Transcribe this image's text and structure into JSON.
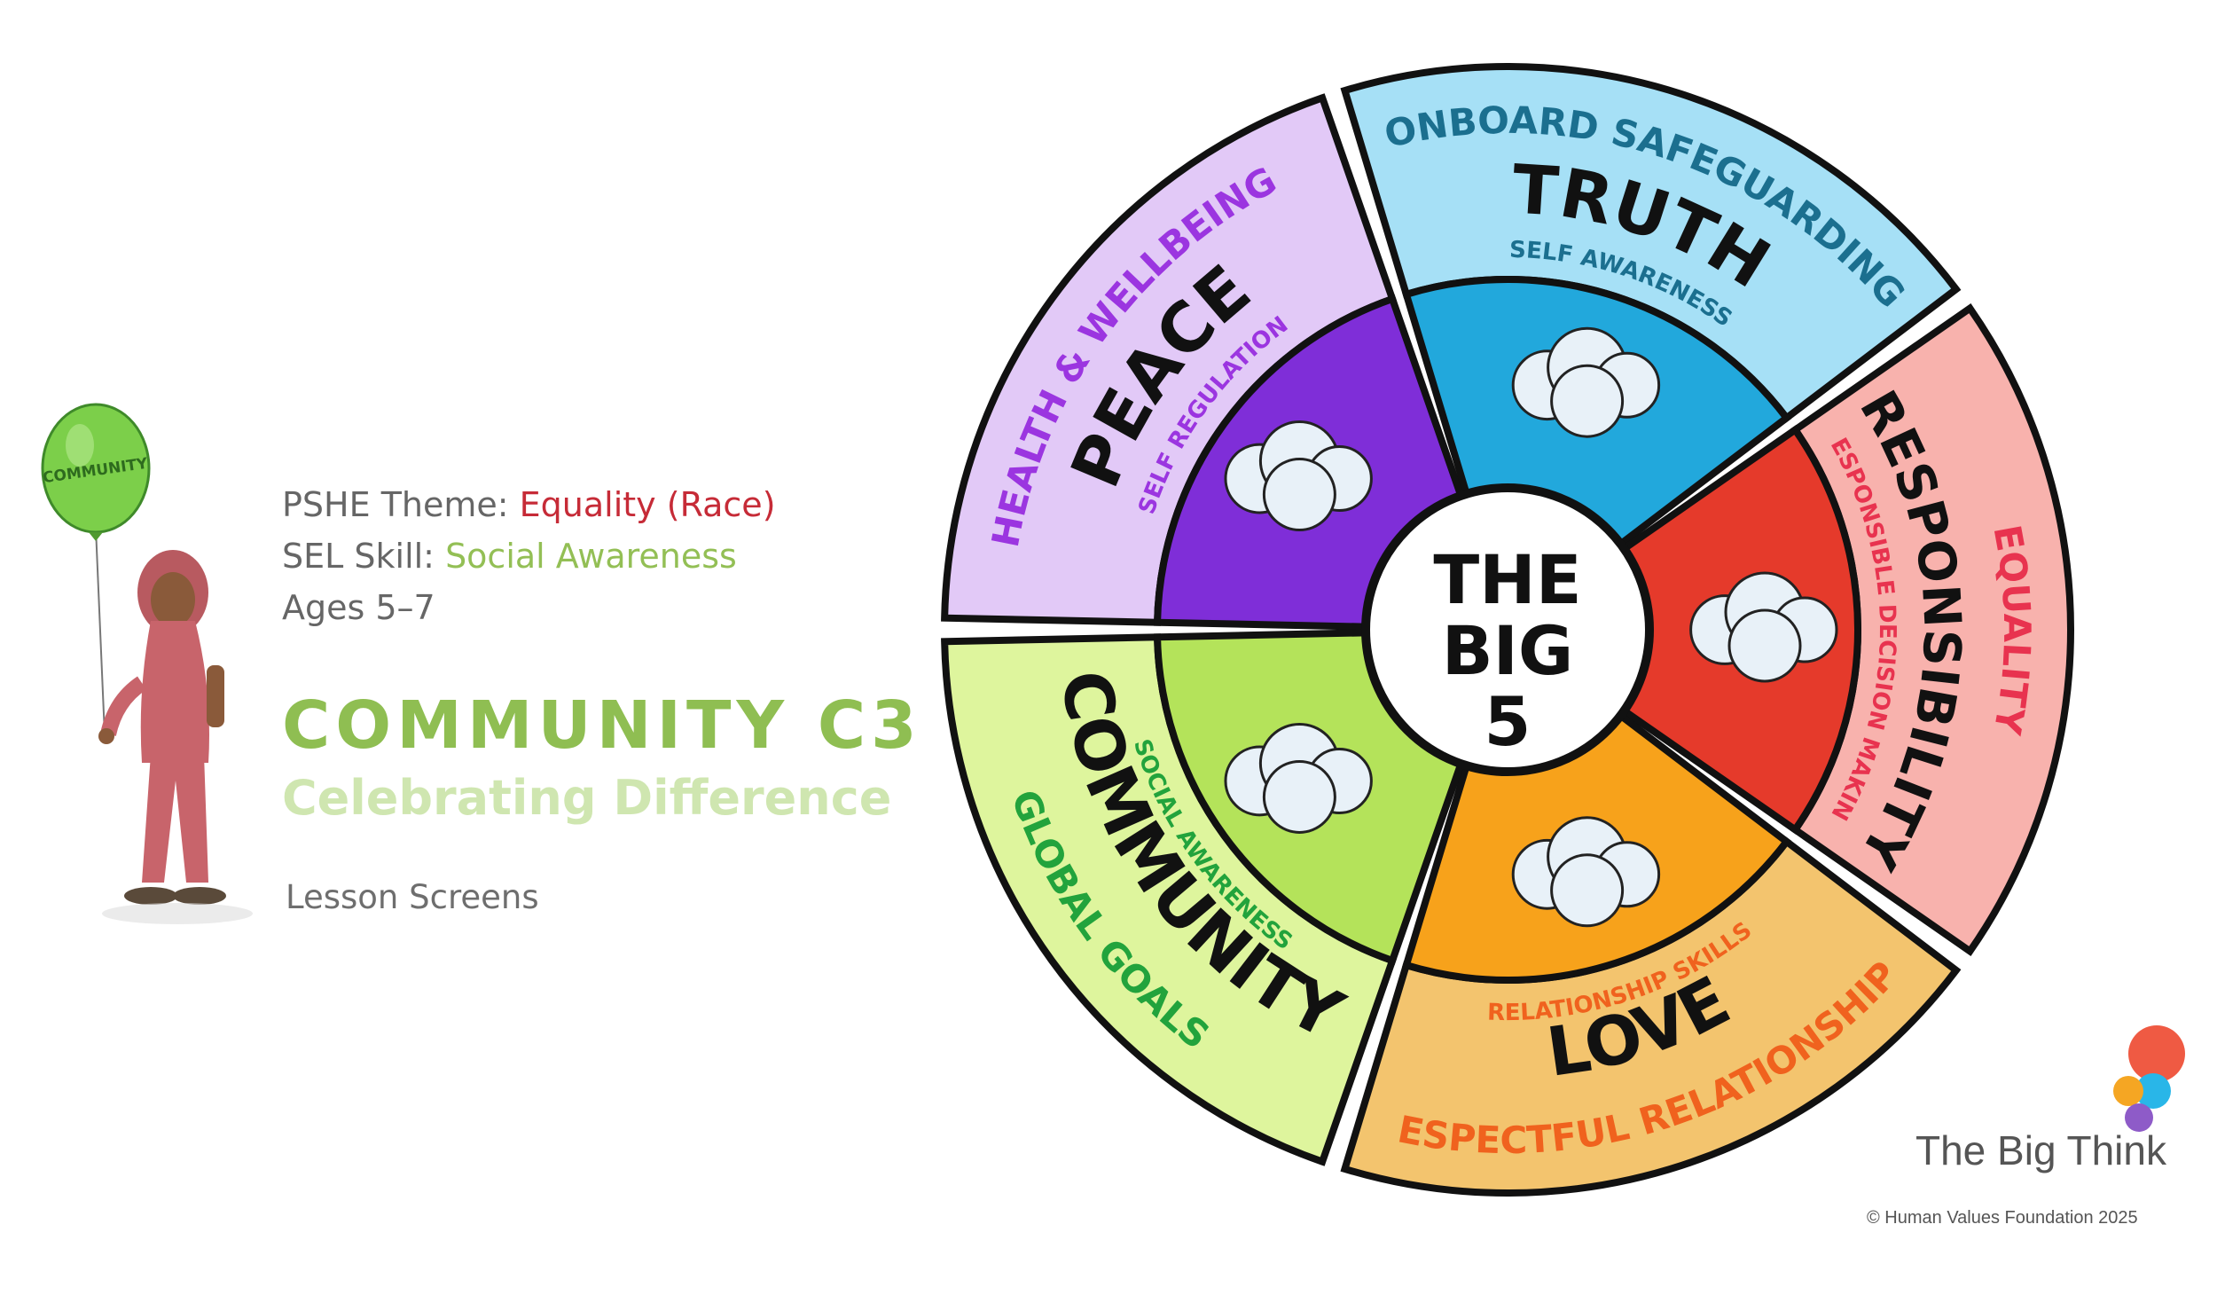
{
  "info": {
    "pshe_label": "PSHE Theme: ",
    "pshe_value": "Equality (Race)",
    "sel_label": "SEL Skill: ",
    "sel_value": "Social Awareness",
    "ages": "Ages 5–7"
  },
  "title": "COMMUNITY C3",
  "subtitle": "Celebrating Difference",
  "lesson_label": "Lesson Screens",
  "balloon_text": "COMMUNITY",
  "wheel": {
    "center_line1": "THE",
    "center_line2": "BIG",
    "center_line3": "5",
    "segments": [
      {
        "theme": "HEALTH & WELLBEING",
        "value": "PEACE",
        "skill": "SELF REGULATION",
        "color": "#e2c9f7",
        "inner": "#7f2ed8",
        "theme_color": "#9b35e0"
      },
      {
        "theme": "ONBOARD SAFEGUARDING",
        "value": "TRUTH",
        "skill": "SELF AWARENESS",
        "color": "#a6e0f6",
        "inner": "#22a8dc",
        "theme_color": "#1b6f8f"
      },
      {
        "theme": "EQUALITY",
        "value": "RESPONSIBILITY",
        "skill": "RESPONSIBLE DECISION MAKING",
        "color": "#f8b2ad",
        "inner": "#e53a2b",
        "theme_color": "#e8334f"
      },
      {
        "theme": "RESPECTFUL RELATIONSHIPS",
        "value": "LOVE",
        "skill": "RELATIONSHIP SKILLS",
        "color": "#f3c46e",
        "inner": "#f7a21b",
        "theme_color": "#f0621e"
      },
      {
        "theme": "GLOBAL GOALS",
        "value": "COMMUNITY",
        "skill": "SOCIAL AWARENESS",
        "color": "#def59d",
        "inner": "#b4e35a",
        "theme_color": "#22a33c"
      }
    ]
  },
  "logo_text": "The Big Think",
  "copyright": "© Human Values Foundation 2025"
}
